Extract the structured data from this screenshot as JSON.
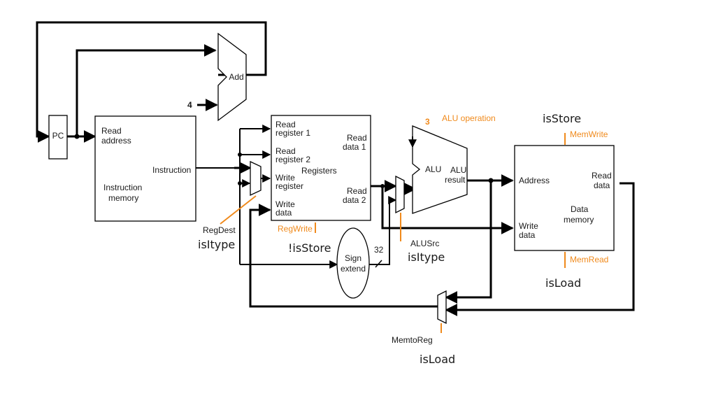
{
  "colors": {
    "wire": "#000000",
    "control": "#f08a1c",
    "text": "#1a1a1a"
  },
  "pc": {
    "label": "PC"
  },
  "adder": {
    "label": "Add",
    "constant": "4"
  },
  "instruction_memory": {
    "read_label_1": "Read",
    "read_label_2": "address",
    "output_label": "Instruction",
    "name_1": "Instruction",
    "name_2": "memory"
  },
  "registers": {
    "read_reg1_a": "Read",
    "read_reg1_b": "register 1",
    "read_reg2_a": "Read",
    "read_reg2_b": "register 2",
    "write_reg_a": "Write",
    "write_reg_b": "register",
    "write_data_a": "Write",
    "write_data_b": "data",
    "name": "Registers",
    "read_data1_a": "Read",
    "read_data1_b": "data 1",
    "read_data2_a": "Read",
    "read_data2_b": "data 2"
  },
  "alu": {
    "label": "ALU",
    "result_a": "ALU",
    "result_b": "result",
    "op_count": "3",
    "op_label": "ALU operation"
  },
  "sign_extend": {
    "line1": "Sign",
    "line2": "extend",
    "width": "32"
  },
  "data_memory": {
    "address": "Address",
    "read_a": "Read",
    "read_b": "data",
    "write_a": "Write",
    "write_b": "data",
    "name_1": "Data",
    "name_2": "memory"
  },
  "control": {
    "regdest": "RegDest",
    "regwrite": "RegWrite",
    "alusrc": "ALUSrc",
    "memwrite": "MemWrite",
    "memread": "MemRead",
    "memtoreg": "MemtoReg"
  },
  "signals": {
    "regdest_expr": "isItype",
    "regwrite_expr": "!isStore",
    "alusrc_expr": "isItype",
    "memwrite_expr": "isStore",
    "memread_expr": "isLoad",
    "memtoreg_expr": "isLoad"
  }
}
